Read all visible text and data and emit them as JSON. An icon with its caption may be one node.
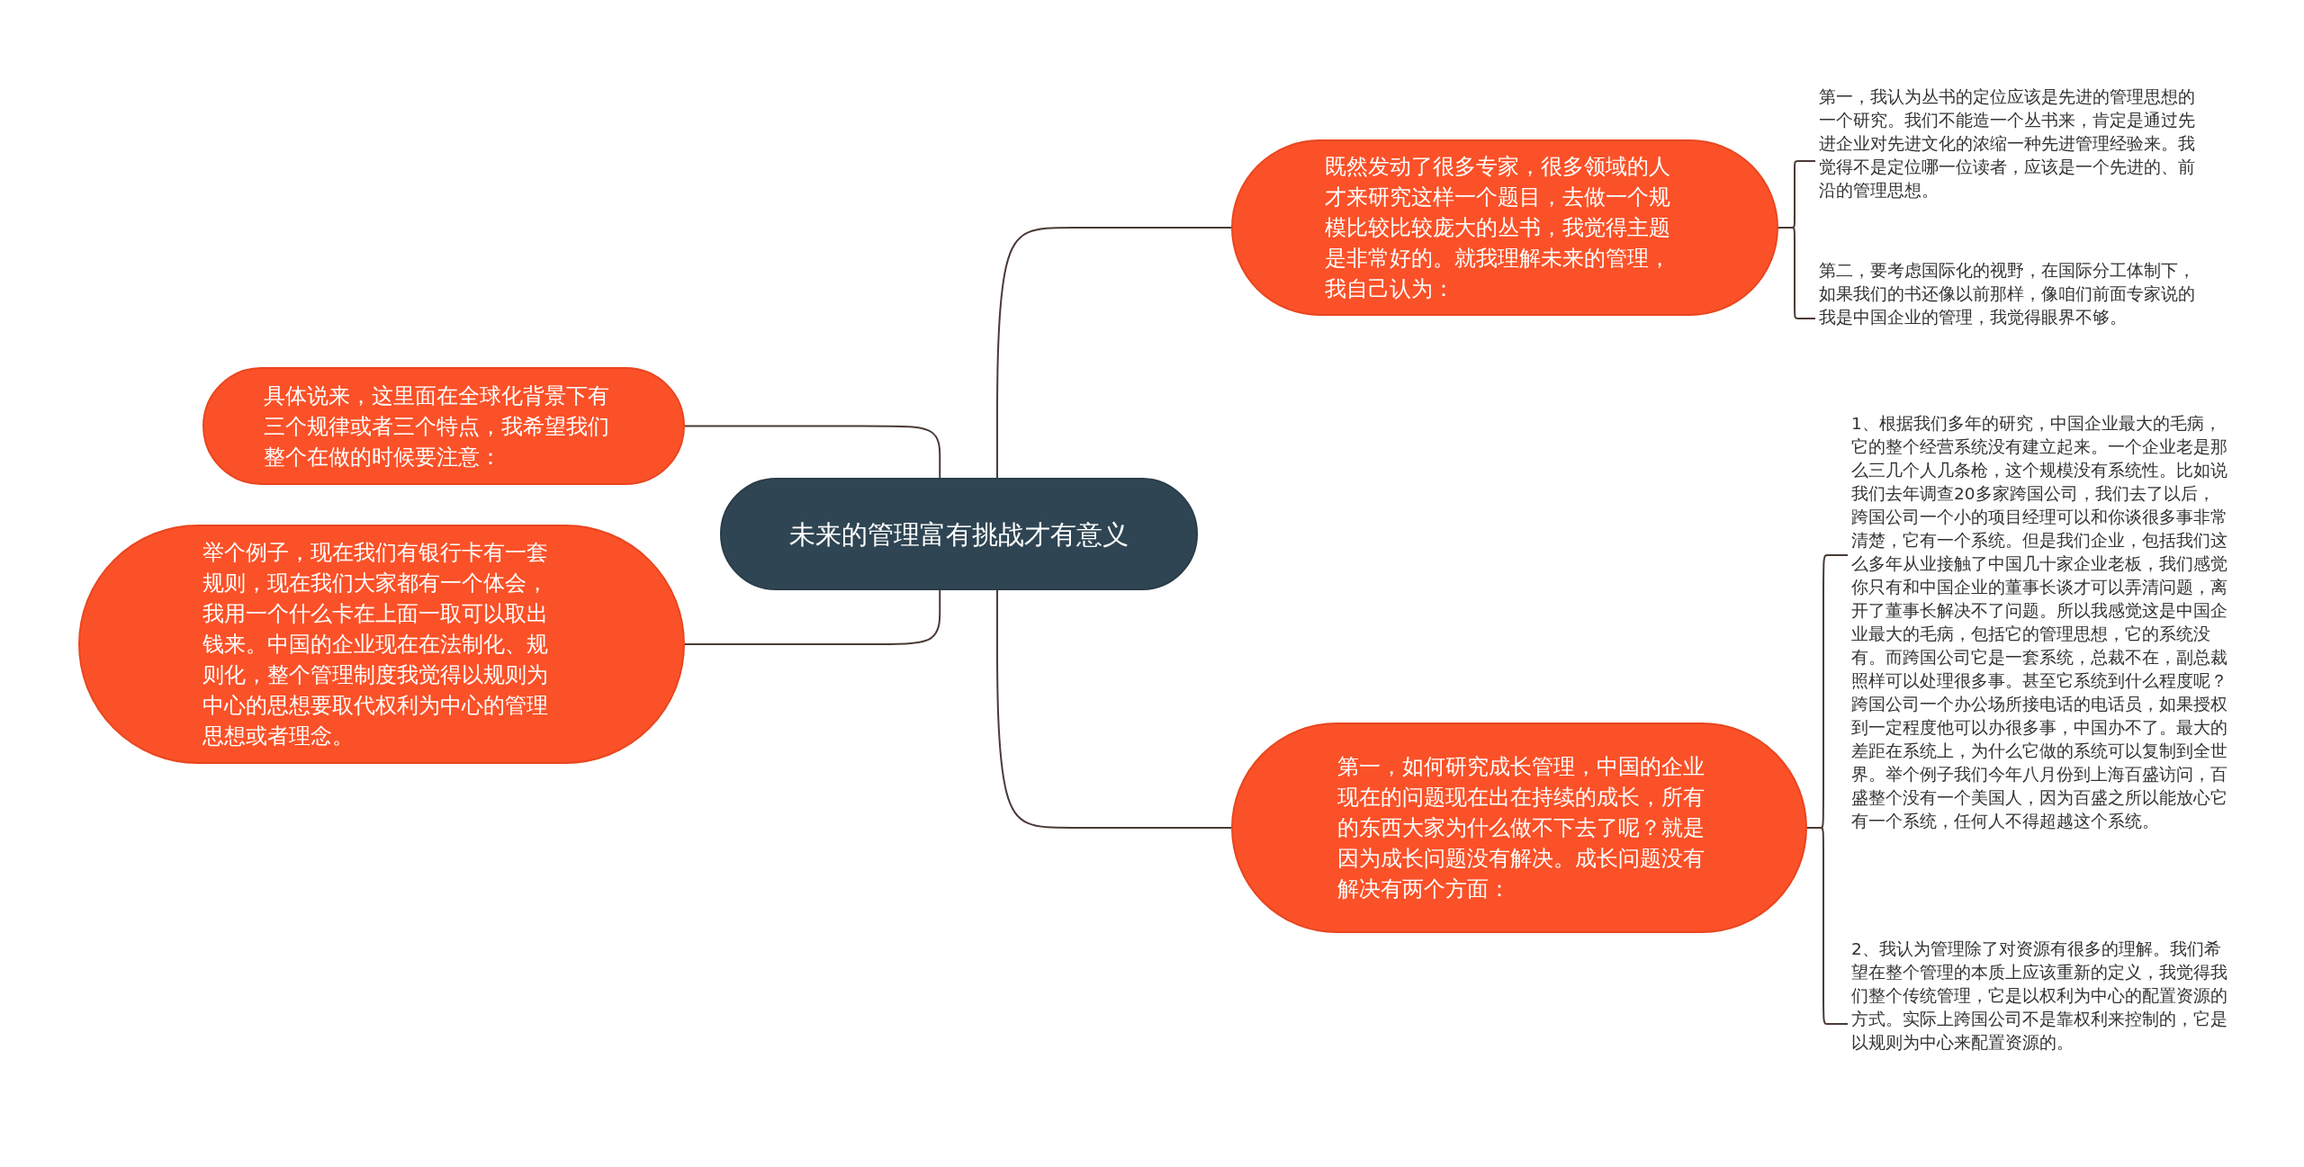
{
  "diagram": {
    "nodes": [
      {
        "text": [
          "未来的管理富有挑战才有意义"
        ]
      },
      {
        "text": [
          "具体说来，这里面在全球化背景下有三个规律或者三个特点，我希望我们整个在做的时候要注意："
        ]
      },
      {
        "text": [
          "举个例子，现在我们有银行卡有一套规则，现在我们大家都有一个体会，我用一个什么卡在上面一取可以取出钱来。中国的企业现在在法制化、规则化，整个管理制度我觉得以规则为中心的思想要取代权利为中心的管理思想或者理念。"
        ]
      },
      {
        "text": [
          "既然发动了很多专家，很多领域的人才来研究这样一个题目，去做一个规模比较比较庞大的丛书，我觉得主题是非常好的。就我理解未来的管理，我自己认为："
        ]
      },
      {
        "text": [
          "第一，我认为丛书的定位应该是先进的管理思想的一个研究。我们不能造一个丛书来，肯定是通过先进企业对先进文化的浓缩一种先进管理经验来。我觉得不是定位哪一位读者，应该是一个先进的、前沿的管理思想。"
        ]
      },
      {
        "text": [
          "第二，要考虑国际化的视野，在国际分工体制下，如果我们的书还像以前那样，像咱们前面专家说的我是中国企业的管理，我觉得眼界不够。"
        ]
      },
      {
        "text": [
          "第一，如何研究成长管理，中国的企业现在的问题现在出在持续的成长，所有的东西大家为什么做不下去了呢？就是因为成长问题没有解决。成长问题没有解决有两个方面："
        ]
      },
      {
        "text": [
          "1、根据我们多年的研究，中国企业最大的毛病，它的整个经营系统没有建立起来。一个企业老是那么三几个人几条枪，这个规模没有系统性。比如说我们去年调查20多家跨国公司，我们去了以后，跨国公司一个小的项目经理可以和你谈很多事非常清楚，它有一个系统。但是我们企业，包括我们这么多年从业接触了中国几十家企业老板，我们感觉你只有和中国企业的董事长谈才可以弄清问题，离开了董事长解决不了问题。所以我感觉这是中国企业最大的毛病，包括它的管理思想，它的系统没有。而跨国公司它是一套系统，总裁不在，副总裁照样可以处理很多事。甚至它系统到什么程度呢？跨国公司一个办公场所接电话的电话员，如果授权到一定程度他可以办很多事，中国办不了。最大的差距在系统上，为什么它做的系统可以复制到全世界。举个例子我们今年八月份到上海百盛访问，百盛整个没有一个美国人，因为百盛之所以能放心它有一个系统，任何人不得超越这个系统。"
        ]
      },
      {
        "text": [
          "2、我认为管理除了对资源有很多的理解。我们希望在整个管理的本质上应该重新的定义，我觉得我们整个传统管理，它是以权利为中心的配置资源的方式。实际上跨国公司不是靠权利来控制的，它是以规则为中心来配置资源的。"
        ]
      }
    ],
    "edges": [
      {
        "from": 0,
        "to": 1,
        "arrow": "none"
      },
      {
        "from": 0,
        "to": 2,
        "arrow": "none"
      },
      {
        "from": 0,
        "to": 3,
        "arrow": "none"
      },
      {
        "from": 3,
        "to": 4,
        "arrow": "none"
      },
      {
        "from": 3,
        "to": 5,
        "arrow": "none"
      },
      {
        "from": 0,
        "to": 6,
        "arrow": "none"
      },
      {
        "from": 6,
        "to": 7,
        "arrow": "none"
      },
      {
        "from": 6,
        "to": 8,
        "arrow": "none"
      }
    ]
  }
}
